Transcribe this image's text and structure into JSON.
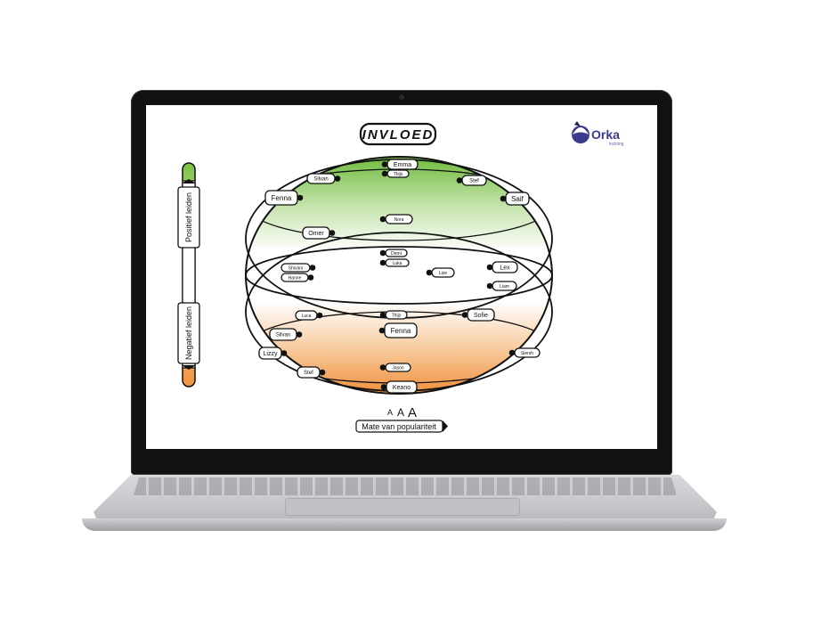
{
  "title": "INVLOED",
  "logo": {
    "name": "Orka",
    "sub": "training"
  },
  "scale": {
    "positive_label": "Positief leiden",
    "negative_label": "Negatief leiden",
    "positive_color": "#7cc243",
    "negative_color": "#f0923b"
  },
  "popularity": {
    "letters": [
      "A",
      "A",
      "A"
    ],
    "label": "Mate van populariteit"
  },
  "students": [
    {
      "name": "Emma",
      "zone": "positive"
    },
    {
      "name": "Thijs",
      "zone": "positive"
    },
    {
      "name": "Silvan",
      "zone": "positive"
    },
    {
      "name": "Stef",
      "zone": "positive"
    },
    {
      "name": "Fenna",
      "zone": "positive"
    },
    {
      "name": "Saif",
      "zone": "positive"
    },
    {
      "name": "Nora",
      "zone": "positive"
    },
    {
      "name": "Omer",
      "zone": "positive"
    },
    {
      "name": "Demi",
      "zone": "neutral"
    },
    {
      "name": "Luka",
      "zone": "neutral"
    },
    {
      "name": "Shivani",
      "zone": "neutral"
    },
    {
      "name": "Hanne",
      "zone": "neutral"
    },
    {
      "name": "Lize",
      "zone": "neutral"
    },
    {
      "name": "Lex",
      "zone": "neutral"
    },
    {
      "name": "Liam",
      "zone": "neutral"
    },
    {
      "name": "Luca",
      "zone": "negative"
    },
    {
      "name": "Thijs",
      "zone": "negative"
    },
    {
      "name": "Sofie",
      "zone": "negative"
    },
    {
      "name": "Fenna",
      "zone": "negative"
    },
    {
      "name": "Silvan",
      "zone": "negative"
    },
    {
      "name": "Lizzy",
      "zone": "negative"
    },
    {
      "name": "Siersh",
      "zone": "negative"
    },
    {
      "name": "Jason",
      "zone": "negative"
    },
    {
      "name": "Stef",
      "zone": "negative"
    },
    {
      "name": "Keano",
      "zone": "negative"
    }
  ]
}
